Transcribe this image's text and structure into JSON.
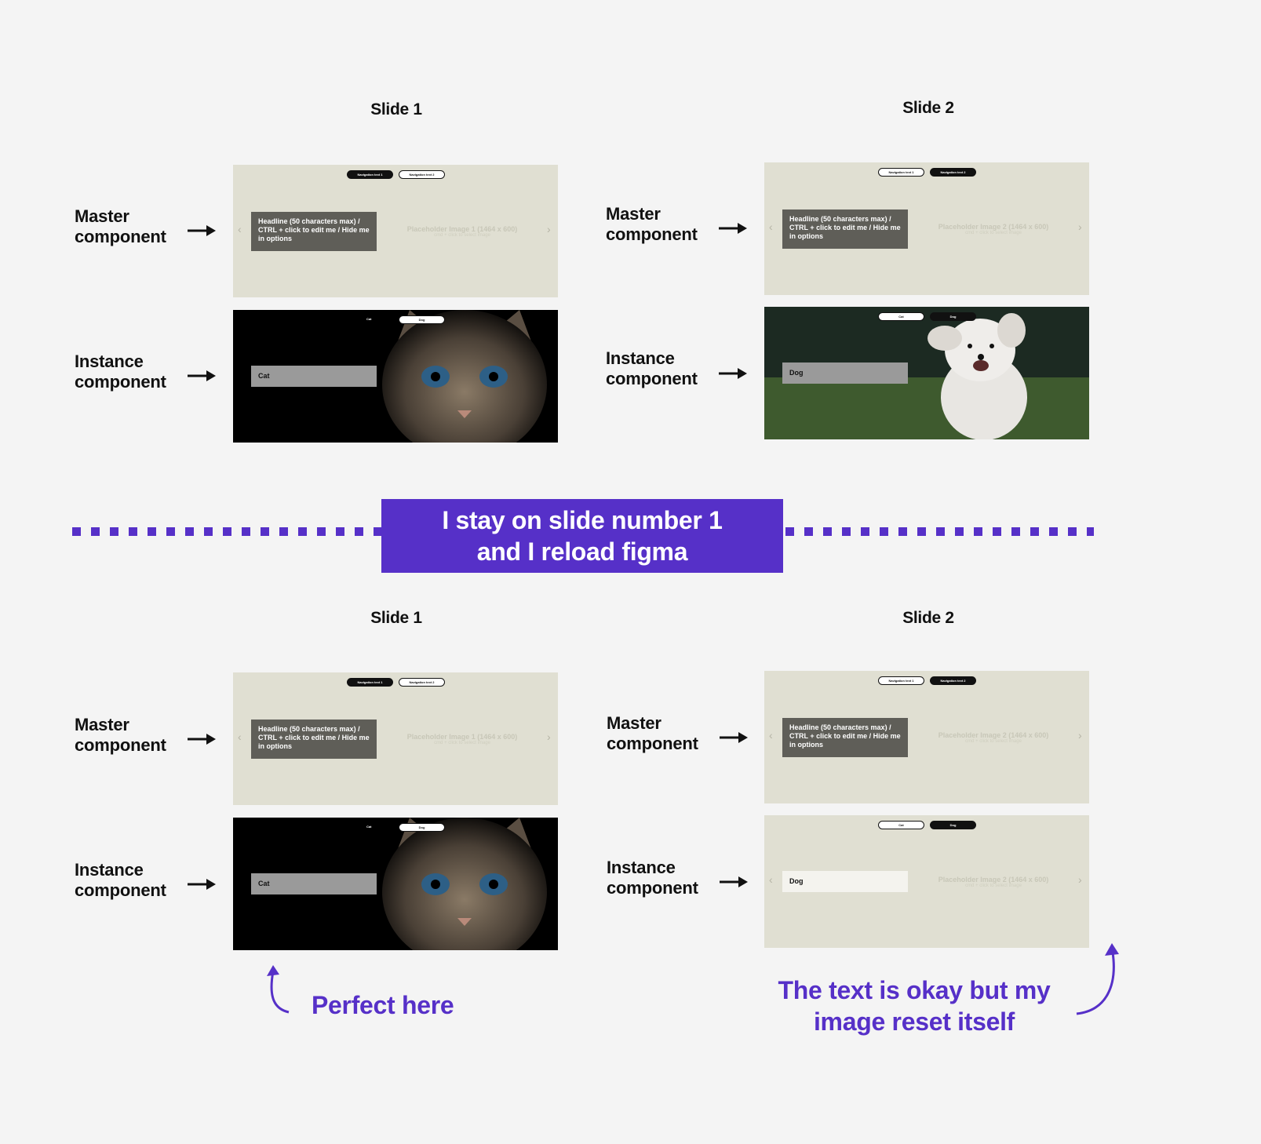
{
  "colors": {
    "accent": "#5630c8",
    "frame_beige": "#e0dfd2",
    "headline_bg": "#5f5e58"
  },
  "labels": {
    "slide1": "Slide 1",
    "slide2": "Slide 2",
    "master": "Master\ncomponent",
    "instance": "Instance\ncomponent"
  },
  "master": {
    "nav1": "Navigation text 1",
    "nav2": "Navigation text 2",
    "headline": "Headline (50 characters max) / CTRL + click to edit me / Hide me in options",
    "placeholder1": "Placeholder Image 1 (1464 x 600)",
    "placeholder2": "Placeholder Image 2 (1464 x 600)",
    "placeholder_sub": "cmd + click to select image",
    "chevron_left": "‹",
    "chevron_right": "›"
  },
  "instance": {
    "nav_cat": "Cat",
    "nav_dog": "Dog",
    "cat_headline": "Cat",
    "dog_headline": "Dog",
    "cat_image_icon": "cat-photo",
    "dog_image_icon": "dog-photo"
  },
  "banner": {
    "line1": "I stay on slide number 1",
    "line2": "and I reload figma"
  },
  "notes": {
    "perfect": "Perfect here",
    "reset_line1": "The text is okay but my",
    "reset_line2": "image reset itself"
  }
}
